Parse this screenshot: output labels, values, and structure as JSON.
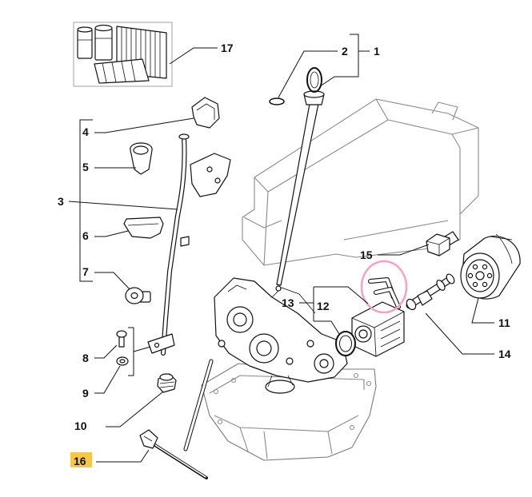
{
  "labels": {
    "part_1": "1",
    "part_2": "2",
    "part_3": "3",
    "part_4": "4",
    "part_5": "5",
    "part_6": "6",
    "part_7": "7",
    "part_8": "8",
    "part_9": "9",
    "part_10": "10",
    "part_11": "11",
    "part_12": "12",
    "part_13": "13",
    "part_14": "14",
    "part_15": "15",
    "part_16": "16",
    "part_17": "17"
  },
  "colors": {
    "highlight": "#f8c64a",
    "callout_circle": "#f0a3c6"
  }
}
